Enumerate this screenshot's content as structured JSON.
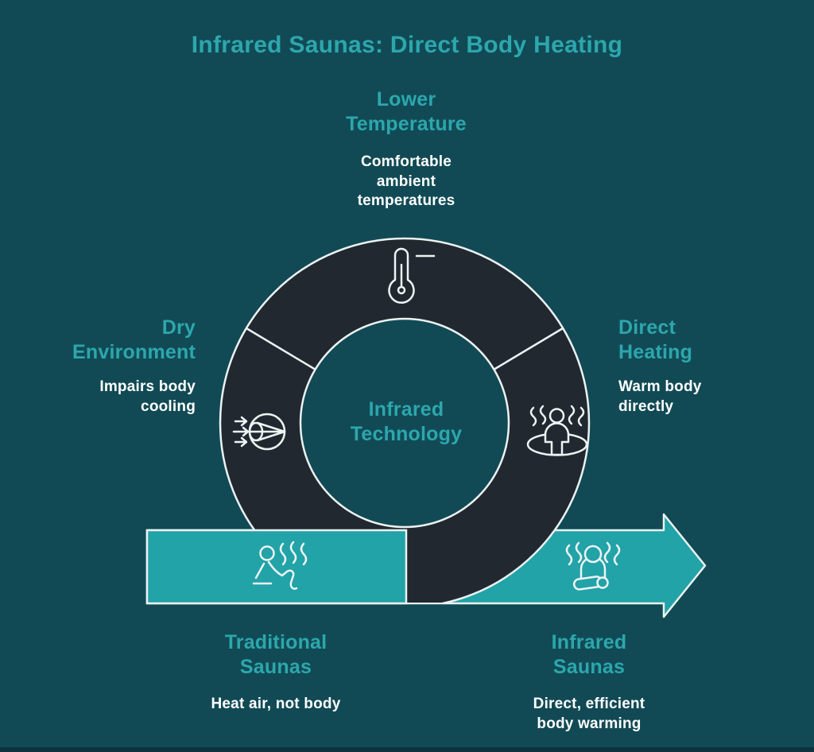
{
  "title": "Infrared Saunas: Direct Body Heating",
  "center_label": "Infrared Technology",
  "segments": [
    {
      "title": "Lower Temperature",
      "description": "Comfortable ambient temperatures",
      "icon": "thermometer-low-icon",
      "position": "top"
    },
    {
      "title": "Dry Environment",
      "description": "Impairs body cooling",
      "icon": "dry-air-icon",
      "position": "left"
    },
    {
      "title": "Direct Heating",
      "description": "Warm body directly",
      "icon": "person-heat-waves-icon",
      "position": "right"
    }
  ],
  "flow_arrow": {
    "left": {
      "title": "Traditional Saunas",
      "description": "Heat air, not body",
      "icon": "person-sitting-steam-icon"
    },
    "right": {
      "title": "Infrared Saunas",
      "description": "Direct, efficient body warming",
      "icon": "person-meditating-steam-icon"
    }
  },
  "colors": {
    "background": "#114A55",
    "accent_teal": "#2CA7AD",
    "ring_dark": "#212830",
    "arrow_teal": "#21A3A8",
    "outline_white": "#ECF2F3",
    "text_white": "#FFFFFF",
    "footer_strip": "#0C333F"
  }
}
